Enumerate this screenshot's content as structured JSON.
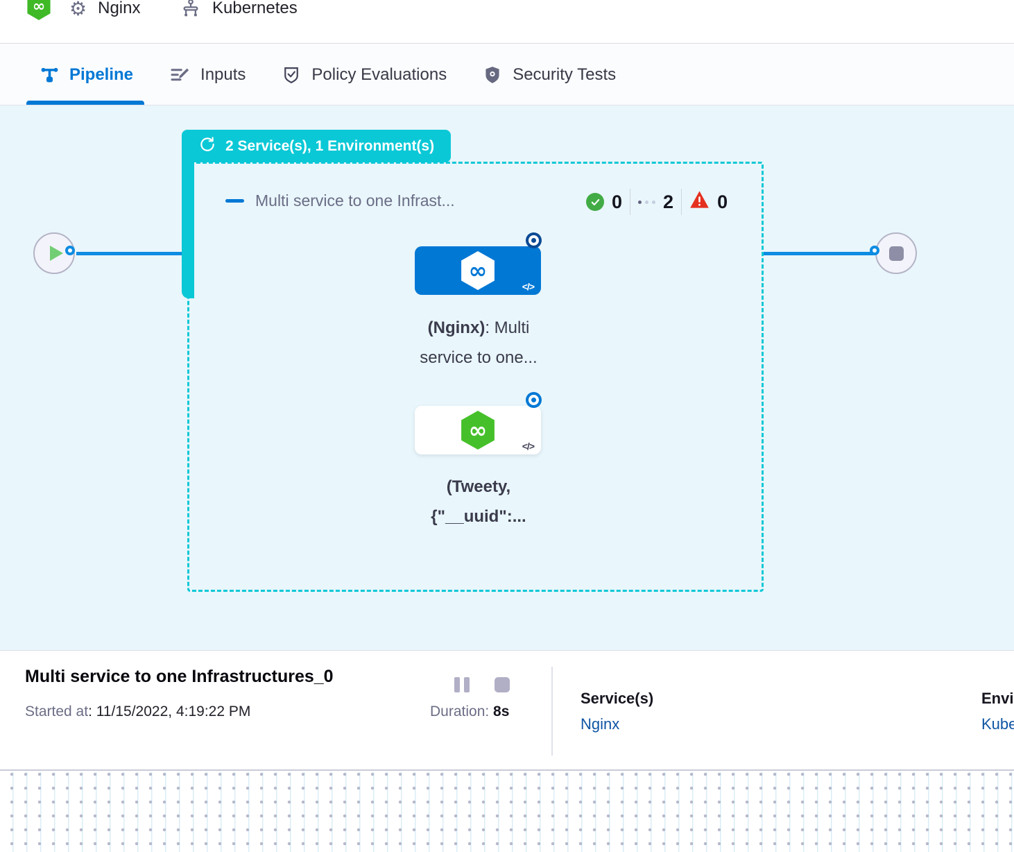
{
  "header": {
    "pipeline_name": "Nginx",
    "environment_name": "Kubernetes"
  },
  "tabs": [
    {
      "label": "Pipeline",
      "active": true
    },
    {
      "label": "Inputs",
      "active": false
    },
    {
      "label": "Policy Evaluations",
      "active": false
    },
    {
      "label": "Security Tests",
      "active": false
    }
  ],
  "stage": {
    "badge": "2 Service(s), 1 Environment(s)",
    "title": "Multi service to one Infrast...",
    "success_count": "0",
    "running_count": "2",
    "failed_count": "0"
  },
  "nodes": {
    "nginx": {
      "bold": "(Nginx)",
      "rest": ": Multi",
      "line2": "service to one..."
    },
    "tweety": {
      "line1": "(Tweety,",
      "line2": "{\"__uuid\":..."
    }
  },
  "footer": {
    "title": "Multi service to one Infrastructures_0",
    "started_label": "Started at",
    "started_value": ": 11/15/2022, 4:19:22 PM",
    "duration_label": "Duration: ",
    "duration_value": "8s",
    "services_label": "Service(s)",
    "services_value": "Nginx",
    "environment_label": "Environment(s)",
    "environment_value": "Kubernetes"
  },
  "icons": {
    "gear": "⚙",
    "infinity": "∞",
    "code": "</>"
  },
  "colors": {
    "teal_accent": "#0bc8d6",
    "primary_blue": "#0278d5",
    "edge_blue": "#0d8ce2",
    "success_green": "#42ab45",
    "error_red": "#e53020",
    "link_blue": "#0f55a4",
    "logo_green": "#3fb926",
    "canvas_bg": "#e9f6fb"
  }
}
